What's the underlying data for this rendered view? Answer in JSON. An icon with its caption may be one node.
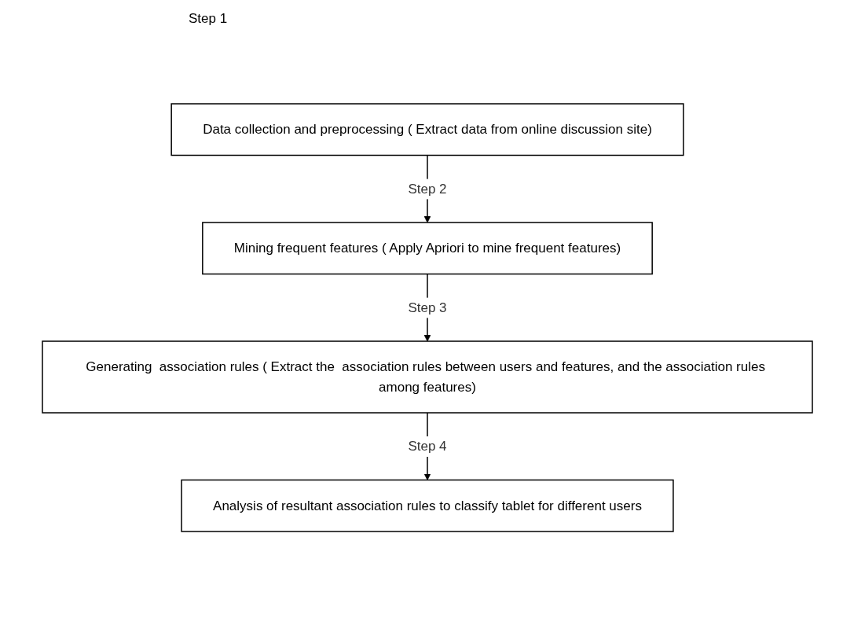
{
  "diagram": {
    "nodes": [
      {
        "text": [
          "Data collection and preprocessing ( Extract data from online discussion site)"
        ]
      },
      {
        "text": [
          "Mining frequent features ( Apply Apriori to mine frequent features)"
        ]
      },
      {
        "text": [
          "Generating  association rules ( Extract the  association rules between users and features, and the association rules among features)"
        ]
      },
      {
        "text": [
          "Analysis of resultant  association rules to classify tablet for different users"
        ]
      }
    ],
    "edges": [
      {
        "from": 0,
        "to": 1,
        "arrow": "to",
        "label": "Step 2"
      },
      {
        "from": 1,
        "to": 2,
        "arrow": "to",
        "label": "Step 3"
      },
      {
        "from": 2,
        "to": 3,
        "arrow": "to",
        "label": "Step 4"
      }
    ],
    "labels": [
      "Step 1"
    ]
  }
}
